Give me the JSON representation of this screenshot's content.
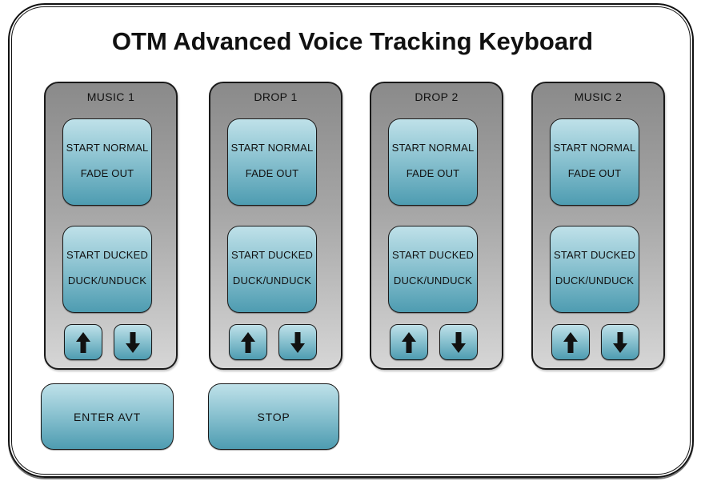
{
  "title": "OTM Advanced Voice Tracking Keyboard",
  "panels": [
    {
      "label": "MUSIC 1",
      "normal_button": {
        "line1": "START NORMAL",
        "line2": "FADE OUT"
      },
      "ducked_button": {
        "line1": "START DUCKED",
        "line2": "DUCK/UNDUCK"
      }
    },
    {
      "label": "DROP 1",
      "normal_button": {
        "line1": "START NORMAL",
        "line2": "FADE OUT"
      },
      "ducked_button": {
        "line1": "START DUCKED",
        "line2": "DUCK/UNDUCK"
      }
    },
    {
      "label": "DROP 2",
      "normal_button": {
        "line1": "START NORMAL",
        "line2": "FADE OUT"
      },
      "ducked_button": {
        "line1": "START DUCKED",
        "line2": "DUCK/UNDUCK"
      }
    },
    {
      "label": "MUSIC 2",
      "normal_button": {
        "line1": "START NORMAL",
        "line2": "FADE OUT"
      },
      "ducked_button": {
        "line1": "START DUCKED",
        "line2": "DUCK/UNDUCK"
      }
    }
  ],
  "footer": {
    "enter_avt_label": "ENTER AVT",
    "stop_label": "STOP"
  },
  "icons": {
    "up_arrow": "arrow-up",
    "down_arrow": "arrow-down"
  },
  "colors": {
    "key_gradient_top": "#bfe1e9",
    "key_gradient_bottom": "#4e9cb1",
    "panel_gradient_top": "#8a8a8a",
    "panel_gradient_bottom": "#d6d6d6",
    "border": "#1a1a1a",
    "background": "#ffffff",
    "text": "#111111"
  }
}
